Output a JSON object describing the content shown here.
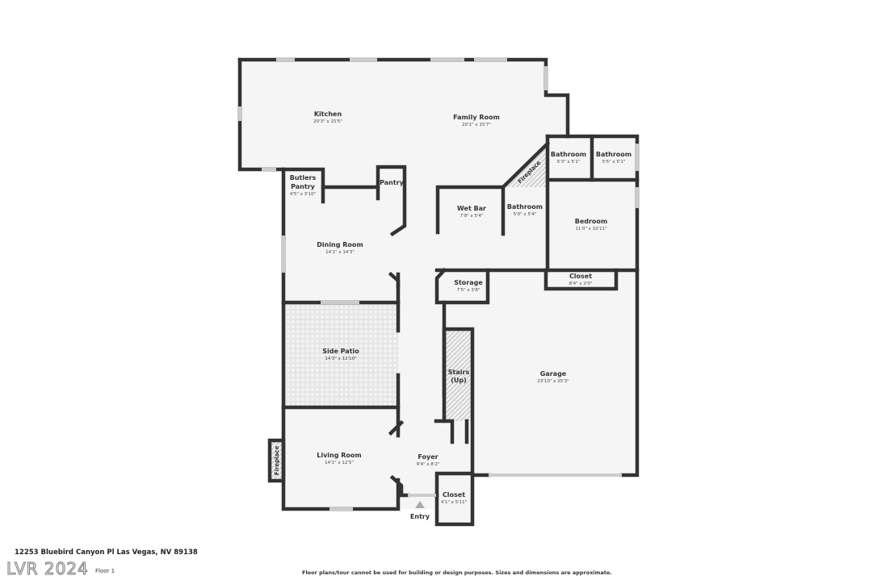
{
  "rooms": {
    "kitchen": {
      "name": "Kitchen",
      "dims": "20'3\" x 15'5\""
    },
    "family_room": {
      "name": "Family Room",
      "dims": "20'1\" x 15'7\""
    },
    "butlers_pantry": {
      "name_line1": "Butlers",
      "name_line2": "Pantry",
      "dims": "4'5\" x 3'10\""
    },
    "pantry": {
      "name": "Pantry"
    },
    "wet_bar": {
      "name": "Wet Bar",
      "dims": "7'9\" x 5'4\""
    },
    "bathroom_1": {
      "name": "Bathroom",
      "dims": "5'0\" x 5'4\""
    },
    "bathroom_2": {
      "name": "Bathroom",
      "dims": "5'3\" x 5'1\""
    },
    "bathroom_3": {
      "name": "Bathroom",
      "dims": "5'5\" x 5'1\""
    },
    "fireplace_family": {
      "name": "Fireplace"
    },
    "bedroom": {
      "name": "Bedroom",
      "dims": "11'0\" x 10'11\""
    },
    "dining_room": {
      "name": "Dining Room",
      "dims": "14'1\" x 14'3\""
    },
    "storage": {
      "name": "Storage",
      "dims": "7'5\" x 3'8\""
    },
    "closet_bedroom": {
      "name": "Closet",
      "dims": "8'4\" x 2'0\""
    },
    "side_patio": {
      "name": "Side Patio",
      "dims": "14'3\" x 12'10\""
    },
    "stairs": {
      "name_line1": "Stairs",
      "name_line2": "(Up)"
    },
    "garage": {
      "name": "Garage",
      "dims": "23'10\" x 25'3\""
    },
    "living_room": {
      "name": "Living Room",
      "dims": "14'1\" x 12'5\""
    },
    "fireplace_living": {
      "name": "Fireplace"
    },
    "foyer": {
      "name": "Foyer",
      "dims": "9'4\" x 8'2\""
    },
    "closet_entry": {
      "name": "Closet",
      "dims": "4'1\" x 5'11\""
    },
    "entry": {
      "name": "Entry"
    }
  },
  "footer": {
    "address": "12253 Bluebird Canyon Pl Las Vegas, NV 89138",
    "floor": "Floor 1",
    "watermark": "LVR 2024",
    "disclaimer": "Floor plans/tour cannot be used for building or design purposes. Sizes and dimensions are approximate."
  },
  "colors": {
    "wall": "#333333",
    "floor": "#f5f5f5",
    "window": "#cccccc"
  }
}
